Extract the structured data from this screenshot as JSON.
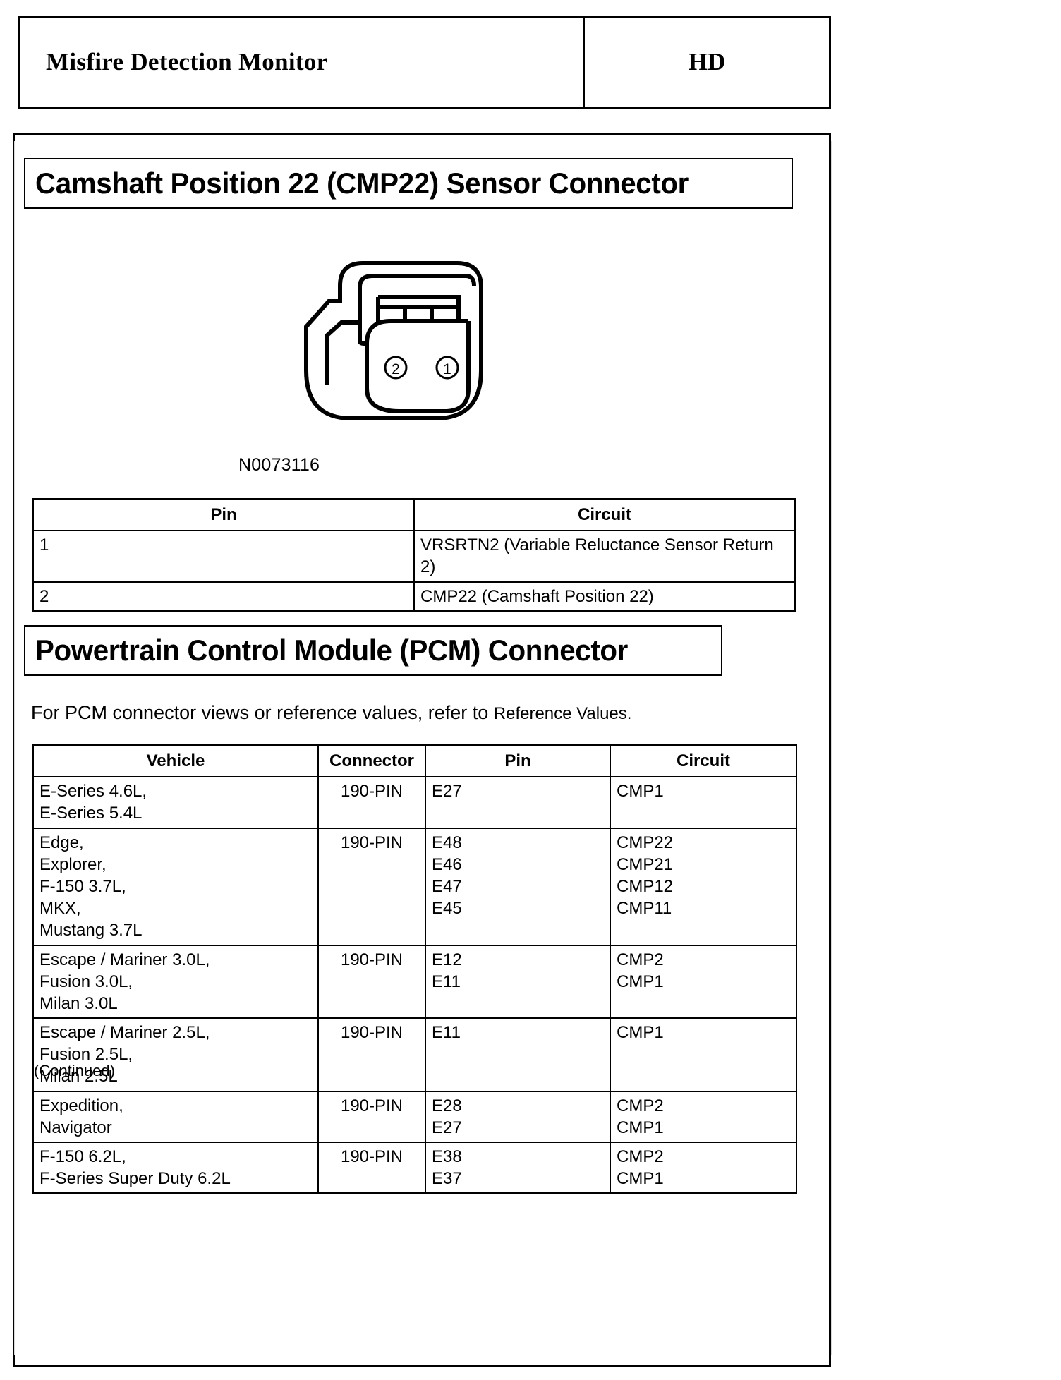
{
  "header": {
    "title": "Misfire Detection Monitor",
    "code": "HD"
  },
  "sections": {
    "cmp22": {
      "title": "Camshaft Position 22 (CMP22) Sensor Connector",
      "part_number": "N0073116",
      "pin_labels": [
        "2",
        "1"
      ],
      "table": {
        "columns": [
          "Pin",
          "Circuit"
        ],
        "rows": [
          {
            "pin": "1",
            "circuit": "VRSRTN2 (Variable Reluctance Sensor Return 2)"
          },
          {
            "pin": "2",
            "circuit": "CMP22 (Camshaft Position 22)"
          }
        ]
      }
    },
    "pcm": {
      "title": "Powertrain Control Module (PCM) Connector",
      "note_text": "For PCM connector views or reference values, refer to ",
      "note_reference": "Reference Values.",
      "table": {
        "columns": [
          "Vehicle",
          "Connector",
          "Pin",
          "Circuit"
        ],
        "rows": [
          {
            "vehicle": [
              "E-Series 4.6L,",
              "E-Series 5.4L"
            ],
            "connector": "190-PIN",
            "pin": [
              "E27"
            ],
            "circuit": [
              "CMP1"
            ]
          },
          {
            "vehicle": [
              "Edge,",
              "Explorer,",
              "F-150 3.7L,",
              "MKX,",
              "Mustang 3.7L"
            ],
            "connector": "190-PIN",
            "pin": [
              "E48",
              "E46",
              "E47",
              "E45"
            ],
            "circuit": [
              "CMP22",
              "CMP21",
              "CMP12",
              "CMP11"
            ]
          },
          {
            "vehicle": [
              "Escape / Mariner 3.0L,",
              "Fusion 3.0L,",
              "Milan 3.0L"
            ],
            "connector": "190-PIN",
            "pin": [
              "E12",
              "E11"
            ],
            "circuit": [
              "CMP2",
              "CMP1"
            ]
          },
          {
            "vehicle": [
              "Escape / Mariner 2.5L,",
              "Fusion 2.5L,",
              "Milan 2.5L"
            ],
            "connector": "190-PIN",
            "pin": [
              "E11"
            ],
            "circuit": [
              "CMP1"
            ]
          },
          {
            "vehicle": [
              "Expedition,",
              "Navigator"
            ],
            "connector": "190-PIN",
            "pin": [
              "E28",
              "E27"
            ],
            "circuit": [
              "CMP2",
              "CMP1"
            ]
          },
          {
            "vehicle": [
              "F-150 6.2L,",
              "F-Series Super Duty 6.2L"
            ],
            "connector": "190-PIN",
            "pin": [
              "E38",
              "E37"
            ],
            "circuit": [
              "CMP2",
              "CMP1"
            ]
          }
        ]
      },
      "continued": "(Continued)"
    }
  },
  "colors": {
    "ink": "#000000",
    "paper": "#ffffff"
  }
}
